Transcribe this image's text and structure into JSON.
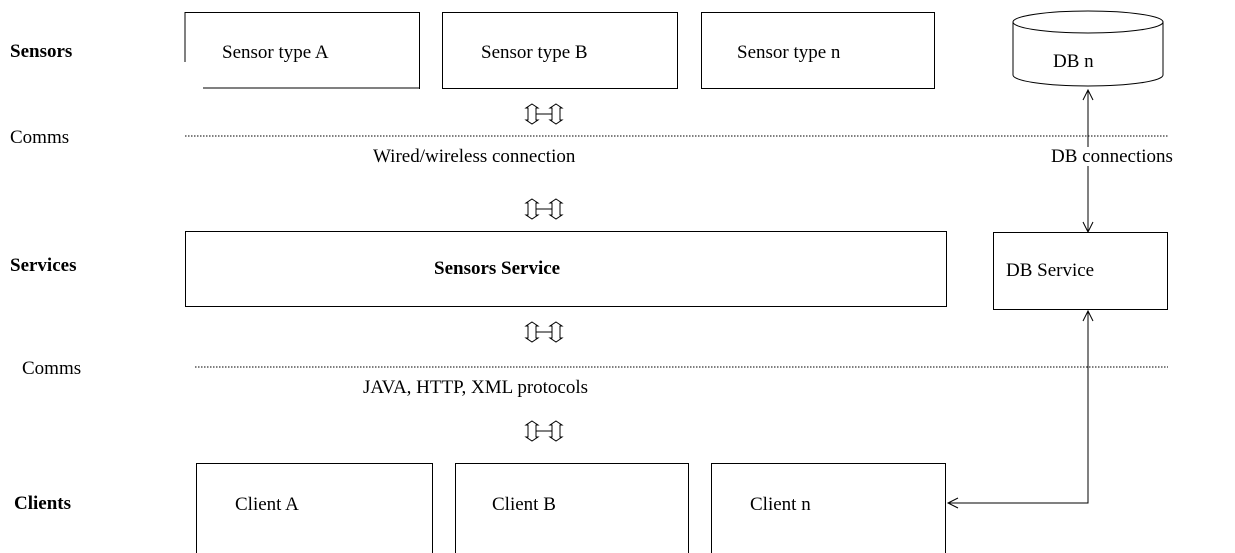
{
  "layers": {
    "sensors": "Sensors",
    "comms1": "Comms",
    "services": "Services",
    "comms2": "Comms",
    "clients": "Clients"
  },
  "sensors": [
    "Sensor type A",
    "Sensor type B",
    "Sensor type n"
  ],
  "database": "DB n",
  "comms": {
    "wired": "Wired/wireless connection",
    "protocols": "JAVA, HTTP, XML protocols",
    "db_connections": "DB connections"
  },
  "services": {
    "sensors_service": "Sensors Service",
    "db_service": "DB Service"
  },
  "clients": [
    "Client A",
    "Client B",
    "Client n"
  ]
}
